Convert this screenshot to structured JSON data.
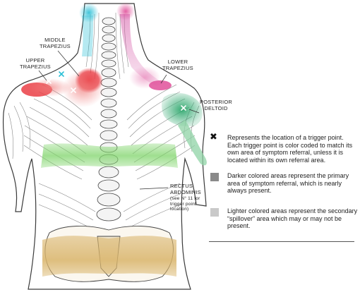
{
  "labels": {
    "middle_trapezius": "MIDDLE\nTRAPEZIUS",
    "upper_trapezius": "UPPER\nTRAPEZIUS",
    "lower_trapezius": "LOWER\nTRAPEZIUS",
    "posterior_deltoid": "POSTERIOR\nDELTOID",
    "rectus_abdominis": "RECTUS\nABDOMINIS",
    "rectus_note": "(see N° 11 for\ntrigger point\nlocation)"
  },
  "legend": {
    "trigger_point": "Represents the location of a trigger point. Each trigger point is color coded to match its own area of symptom referral, unless it is located within its own referral area.",
    "darker_areas": "Darker colored areas represent the primary area of symptom referral, which is nearly always present.",
    "lighter_areas": "Lighter colored areas represent the secondary “spillover” area which may or may not be present."
  },
  "colors": {
    "cyan": "#2bbfd6",
    "magenta": "#e0509a",
    "red": "#e8323a",
    "green": "#3dae7a",
    "lime": "#7fd46a",
    "tan": "#d9b46a",
    "swatch_dark": "#8a8a8a",
    "swatch_light": "#c9c9c9"
  }
}
